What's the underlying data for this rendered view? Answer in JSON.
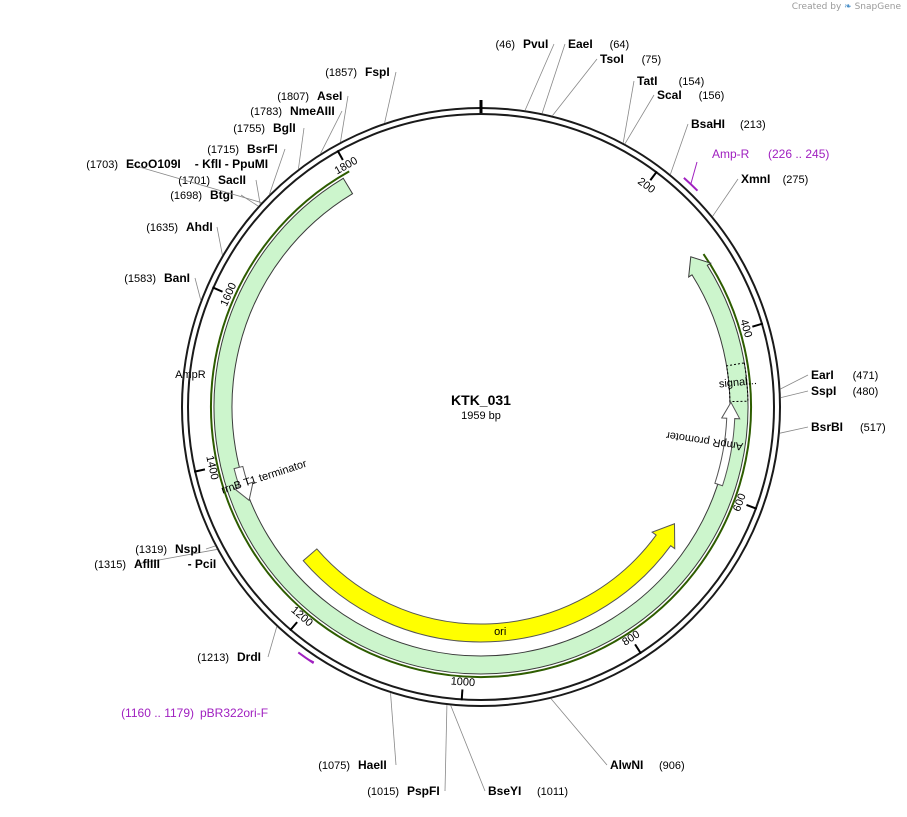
{
  "header": {
    "created_by": "Created by",
    "brand": "SnapGene"
  },
  "plasmid": {
    "name": "KTK_031",
    "length_label": "1959 bp",
    "length": 1959
  },
  "colors": {
    "ring": "#1a1a1a",
    "ampR_fill": "#ccf5cc",
    "ampR_stroke": "#2d8a2d",
    "ampR_halo": "#2e5d00",
    "ori_fill": "#ffff00",
    "terminator_fill": "#ffffff",
    "primer": "#a020c0"
  },
  "ticks": [
    {
      "pos": 200,
      "label": "200"
    },
    {
      "pos": 400,
      "label": "400"
    },
    {
      "pos": 600,
      "label": "600"
    },
    {
      "pos": 800,
      "label": "800"
    },
    {
      "pos": 1000,
      "label": "1000"
    },
    {
      "pos": 1200,
      "label": "1200"
    },
    {
      "pos": 1400,
      "label": "1400"
    },
    {
      "pos": 1600,
      "label": "1600"
    },
    {
      "pos": 1800,
      "label": "1800"
    }
  ],
  "sites": [
    {
      "name": "PvuI",
      "pos_label": "(46)",
      "pos": 46,
      "side": "left"
    },
    {
      "name": "EaeI",
      "pos_label": "(64)",
      "pos": 64,
      "side": "right"
    },
    {
      "name": "TsoI",
      "pos_label": "(75)",
      "pos": 75,
      "side": "right"
    },
    {
      "name": "TatI",
      "pos_label": "(154)",
      "pos": 154,
      "side": "right"
    },
    {
      "name": "ScaI",
      "pos_label": "(156)",
      "pos": 156,
      "side": "right"
    },
    {
      "name": "BsaHI",
      "pos_label": "(213)",
      "pos": 213,
      "side": "right"
    },
    {
      "name": "XmnI",
      "pos_label": "(275)",
      "pos": 275,
      "side": "right"
    },
    {
      "name": "EarI",
      "pos_label": "(471)",
      "pos": 471,
      "side": "right"
    },
    {
      "name": "SspI",
      "pos_label": "(480)",
      "pos": 480,
      "side": "right"
    },
    {
      "name": "BsrBI",
      "pos_label": "(517)",
      "pos": 517,
      "side": "right"
    },
    {
      "name": "AlwNI",
      "pos_label": "(906)",
      "pos": 906,
      "side": "right"
    },
    {
      "name": "BseYI",
      "pos_label": "(1011)",
      "pos": 1011,
      "side": "right"
    },
    {
      "name": "PspFI",
      "pos_label": "(1015)",
      "pos": 1015,
      "side": "left"
    },
    {
      "name": "HaeII",
      "pos_label": "(1075)",
      "pos": 1075,
      "side": "left"
    },
    {
      "name": "DrdI",
      "pos_label": "(1213)",
      "pos": 1213,
      "side": "left"
    },
    {
      "name": "AflIII",
      "extra": "- PciI",
      "pos_label": "(1315)",
      "pos": 1315,
      "side": "left"
    },
    {
      "name": "NspI",
      "pos_label": "(1319)",
      "pos": 1319,
      "side": "left"
    },
    {
      "name": "BanI",
      "pos_label": "(1583)",
      "pos": 1583,
      "side": "left"
    },
    {
      "name": "AhdI",
      "pos_label": "(1635)",
      "pos": 1635,
      "side": "left"
    },
    {
      "name": "BtgI",
      "pos_label": "(1698)",
      "pos": 1698,
      "side": "left"
    },
    {
      "name": "SacII",
      "pos_label": "(1701)",
      "pos": 1701,
      "side": "left"
    },
    {
      "name": "EcoO109I",
      "extra": "- KflI  - PpuMI",
      "pos_label": "(1703)",
      "pos": 1703,
      "side": "left"
    },
    {
      "name": "BsrFI",
      "pos_label": "(1715)",
      "pos": 1715,
      "side": "left"
    },
    {
      "name": "BglI",
      "pos_label": "(1755)",
      "pos": 1755,
      "side": "left"
    },
    {
      "name": "NmeAIII",
      "pos_label": "(1783)",
      "pos": 1783,
      "side": "left"
    },
    {
      "name": "AseI",
      "pos_label": "(1807)",
      "pos": 1807,
      "side": "left"
    },
    {
      "name": "FspI",
      "pos_label": "(1857)",
      "pos": 1857,
      "side": "left"
    }
  ],
  "primers": [
    {
      "name": "Amp-R",
      "range_label": "(226 .. 245)",
      "start": 226,
      "end": 245
    },
    {
      "name": "pBR322ori-F",
      "range_label": "(1160 .. 1179)",
      "start": 1160,
      "end": 1179
    }
  ],
  "features": [
    {
      "name": "AmpR",
      "start": 296,
      "end": 1790,
      "direction": "reverse",
      "type": "cds"
    },
    {
      "name": "signal...",
      "start": 438,
      "end": 483,
      "type": "signal"
    },
    {
      "name": "AmpR promoter",
      "start": 484,
      "end": 588,
      "direction": "reverse",
      "type": "promoter"
    },
    {
      "name": "ori",
      "start": 659,
      "end": 1247,
      "direction": "reverse",
      "type": "rep_origin"
    },
    {
      "name": "rrnB T1 terminator",
      "start": 1350,
      "end": 1393,
      "direction": "reverse",
      "type": "terminator"
    }
  ]
}
